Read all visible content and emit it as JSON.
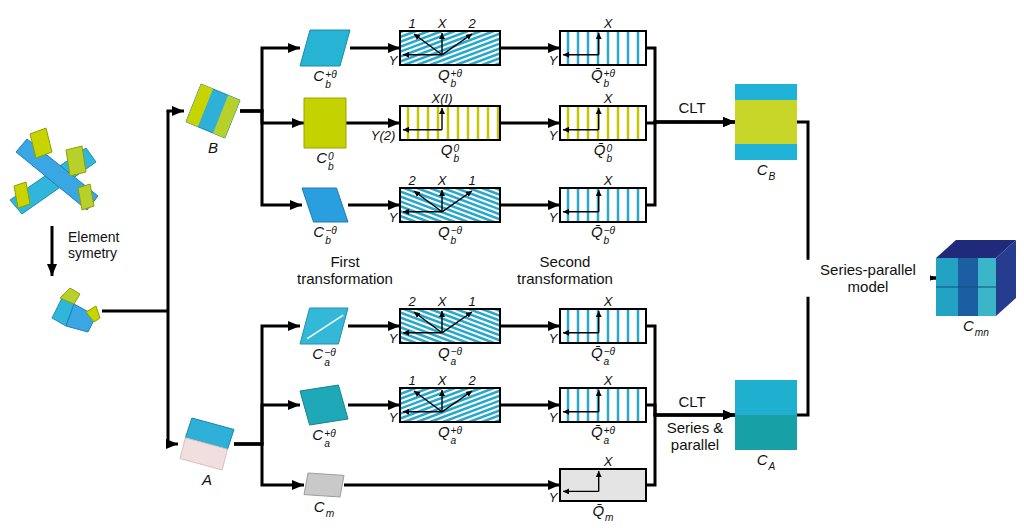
{
  "diagram": {
    "nodes": [
      {
        "text": [
          "B"
        ]
      },
      {
        "text": [
          "A"
        ]
      },
      {
        "text": [
          "Cb+θ"
        ]
      },
      {
        "text": [
          "Cb0"
        ]
      },
      {
        "text": [
          "Cb−θ"
        ]
      },
      {
        "text": [
          "Qb+θ"
        ]
      },
      {
        "text": [
          "Qb0"
        ]
      },
      {
        "text": [
          "Qb−θ"
        ]
      },
      {
        "text": [
          "Q̄b+θ"
        ]
      },
      {
        "text": [
          "Q̄b0"
        ]
      },
      {
        "text": [
          "Q̄b−θ"
        ]
      },
      {
        "text": [
          "CB"
        ]
      },
      {
        "text": [
          "Ca−θ"
        ]
      },
      {
        "text": [
          "Ca+θ"
        ]
      },
      {
        "text": [
          "Cm"
        ]
      },
      {
        "text": [
          "Qa−θ"
        ]
      },
      {
        "text": [
          "Qa+θ"
        ]
      },
      {
        "text": [
          "Q̄a−θ"
        ]
      },
      {
        "text": [
          "Q̄a+θ"
        ]
      },
      {
        "text": [
          "Q̄m"
        ]
      },
      {
        "text": [
          "CA"
        ]
      },
      {
        "text": [
          "Cmn"
        ]
      }
    ],
    "edges": [
      {
        "from": 0,
        "to": 2,
        "arrow": "to"
      },
      {
        "from": 0,
        "to": 3,
        "arrow": "to"
      },
      {
        "from": 0,
        "to": 4,
        "arrow": "to"
      },
      {
        "from": 2,
        "to": 5,
        "arrow": "to"
      },
      {
        "from": 3,
        "to": 6,
        "arrow": "to"
      },
      {
        "from": 4,
        "to": 7,
        "arrow": "to"
      },
      {
        "from": 5,
        "to": 8,
        "arrow": "to"
      },
      {
        "from": 6,
        "to": 9,
        "arrow": "to"
      },
      {
        "from": 7,
        "to": 10,
        "arrow": "to"
      },
      {
        "from": 8,
        "to": 11,
        "arrow": "to"
      },
      {
        "from": 9,
        "to": 11,
        "arrow": "to",
        "label": "CLT"
      },
      {
        "from": 10,
        "to": 11,
        "arrow": "to"
      },
      {
        "from": 1,
        "to": 12,
        "arrow": "to"
      },
      {
        "from": 1,
        "to": 13,
        "arrow": "to"
      },
      {
        "from": 1,
        "to": 14,
        "arrow": "to"
      },
      {
        "from": 12,
        "to": 15,
        "arrow": "to"
      },
      {
        "from": 13,
        "to": 16,
        "arrow": "to"
      },
      {
        "from": 15,
        "to": 17,
        "arrow": "to"
      },
      {
        "from": 16,
        "to": 18,
        "arrow": "to"
      },
      {
        "from": 14,
        "to": 19,
        "arrow": "to"
      },
      {
        "from": 17,
        "to": 20,
        "arrow": "to"
      },
      {
        "from": 18,
        "to": 20,
        "arrow": "to",
        "label": "CLT"
      },
      {
        "from": 19,
        "to": 20,
        "arrow": "to"
      },
      {
        "from": 11,
        "to": 21,
        "arrow": "to",
        "label": "Series-parallel model"
      },
      {
        "from": 20,
        "to": 21,
        "arrow": "to"
      }
    ],
    "labels": [
      "Element symetry",
      "First transformation",
      "Second transformation",
      "1",
      "X",
      "2",
      "Y",
      "X(I)",
      "Y(2)",
      "2",
      "X",
      "1",
      "Y",
      "X",
      "Y",
      "X",
      "Y",
      "X",
      "Y",
      "2",
      "X",
      "1",
      "Y",
      "1",
      "X",
      "2",
      "Y",
      "X",
      "Y",
      "X",
      "Y",
      "X",
      "Y",
      "Series & parallel"
    ]
  }
}
